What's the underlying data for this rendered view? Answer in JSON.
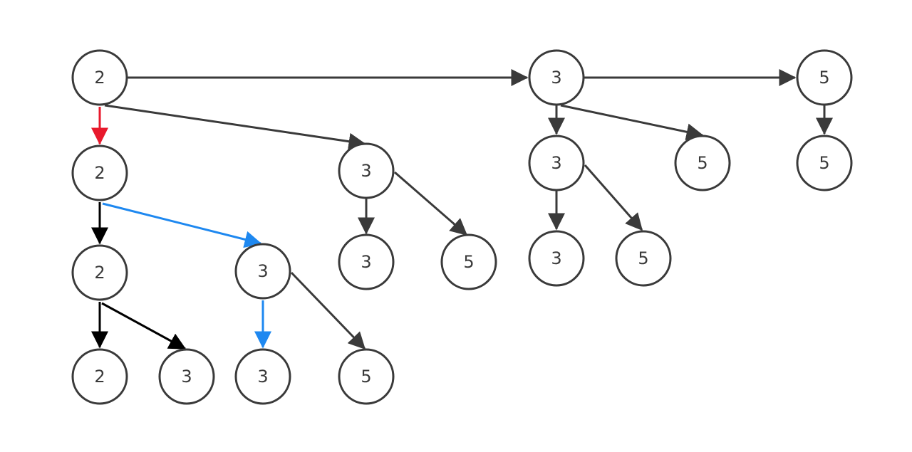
{
  "colors": {
    "node_stroke": "#3a3a3a",
    "edge_default": "#3a3a3a",
    "edge_black": "#000000",
    "edge_red": "#e8192c",
    "edge_blue": "#1e88f0"
  },
  "nodes": [
    {
      "id": "n1",
      "label": "2"
    },
    {
      "id": "n2",
      "label": "3"
    },
    {
      "id": "n3",
      "label": "5"
    },
    {
      "id": "n4",
      "label": "2"
    },
    {
      "id": "n5",
      "label": "3"
    },
    {
      "id": "n6",
      "label": "3"
    },
    {
      "id": "n7",
      "label": "5"
    },
    {
      "id": "n8",
      "label": "5"
    },
    {
      "id": "n9",
      "label": "2"
    },
    {
      "id": "n10",
      "label": "3"
    },
    {
      "id": "n11",
      "label": "3"
    },
    {
      "id": "n12",
      "label": "5"
    },
    {
      "id": "n13",
      "label": "3"
    },
    {
      "id": "n14",
      "label": "5"
    },
    {
      "id": "n15",
      "label": "2"
    },
    {
      "id": "n16",
      "label": "3"
    },
    {
      "id": "n17",
      "label": "3"
    },
    {
      "id": "n18",
      "label": "5"
    }
  ],
  "edges": [
    {
      "from": "n1",
      "to": "n2",
      "color": "default"
    },
    {
      "from": "n2",
      "to": "n3",
      "color": "default"
    },
    {
      "from": "n1",
      "to": "n4",
      "color": "red"
    },
    {
      "from": "n1",
      "to": "n5",
      "color": "default"
    },
    {
      "from": "n2",
      "to": "n6",
      "color": "default"
    },
    {
      "from": "n2",
      "to": "n7",
      "color": "default"
    },
    {
      "from": "n3",
      "to": "n8",
      "color": "default"
    },
    {
      "from": "n4",
      "to": "n9",
      "color": "black"
    },
    {
      "from": "n4",
      "to": "n10",
      "color": "blue"
    },
    {
      "from": "n5",
      "to": "n11",
      "color": "default"
    },
    {
      "from": "n5",
      "to": "n12",
      "color": "default"
    },
    {
      "from": "n6",
      "to": "n13",
      "color": "default"
    },
    {
      "from": "n6",
      "to": "n14",
      "color": "default"
    },
    {
      "from": "n9",
      "to": "n15",
      "color": "black"
    },
    {
      "from": "n9",
      "to": "n16",
      "color": "black"
    },
    {
      "from": "n10",
      "to": "n17",
      "color": "blue"
    },
    {
      "from": "n10",
      "to": "n18",
      "color": "default"
    }
  ]
}
